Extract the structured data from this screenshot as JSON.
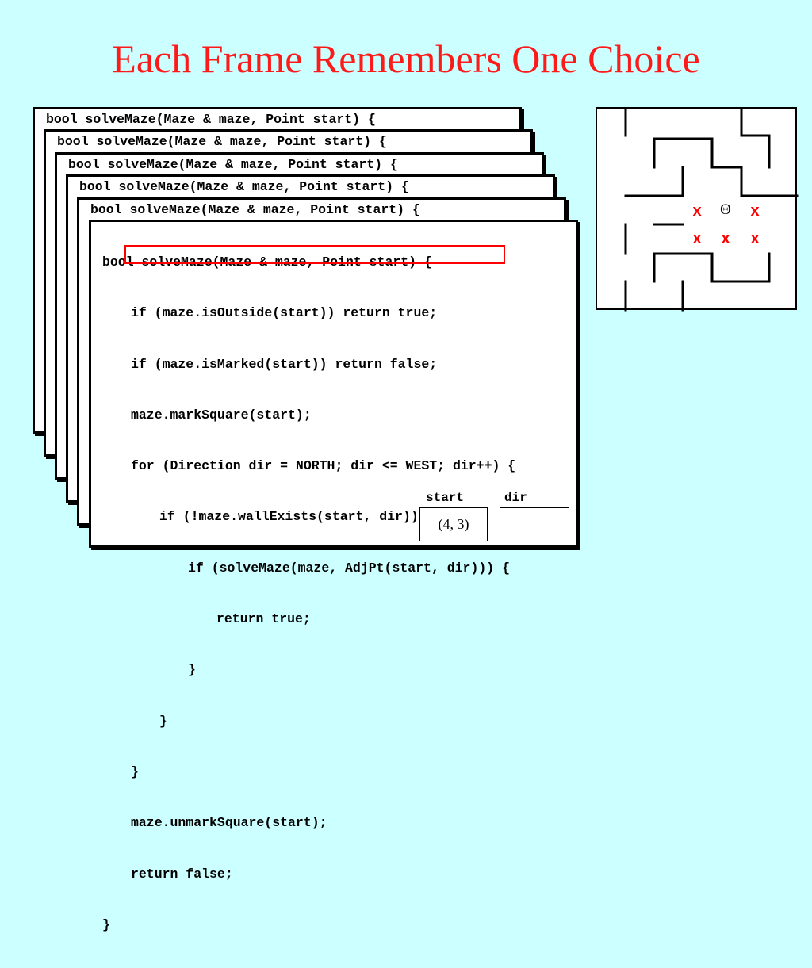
{
  "title": "Each Frame Remembers One Choice",
  "frame_header": "bool solveMaze(Maze & maze, Point start) {",
  "code_lines": [
    "bool solveMaze(Maze & maze, Point start) {",
    "if (maze.isOutside(start)) return true;",
    "if (maze.isMarked(start)) return false;",
    "maze.markSquare(start);",
    "for (Direction dir = NORTH; dir <= WEST; dir++) {",
    "if (!maze.wallExists(start, dir)) {",
    "if (solveMaze(maze, AdjPt(start, dir))) {",
    "return true;",
    "}",
    "}",
    "}",
    "maze.unmarkSquare(start);",
    "return false;",
    "}"
  ],
  "variables": {
    "start_label": "start",
    "start_value": "(4, 3)",
    "dir_label": "dir",
    "dir_value": ""
  },
  "maze": {
    "marks": [
      "x",
      "Θ",
      "x",
      "x",
      "x",
      "x"
    ],
    "mark_color": "#ff0000"
  },
  "colors": {
    "background": "#ccffff",
    "title": "#ff1a1a",
    "highlight_border": "#ff0000"
  }
}
